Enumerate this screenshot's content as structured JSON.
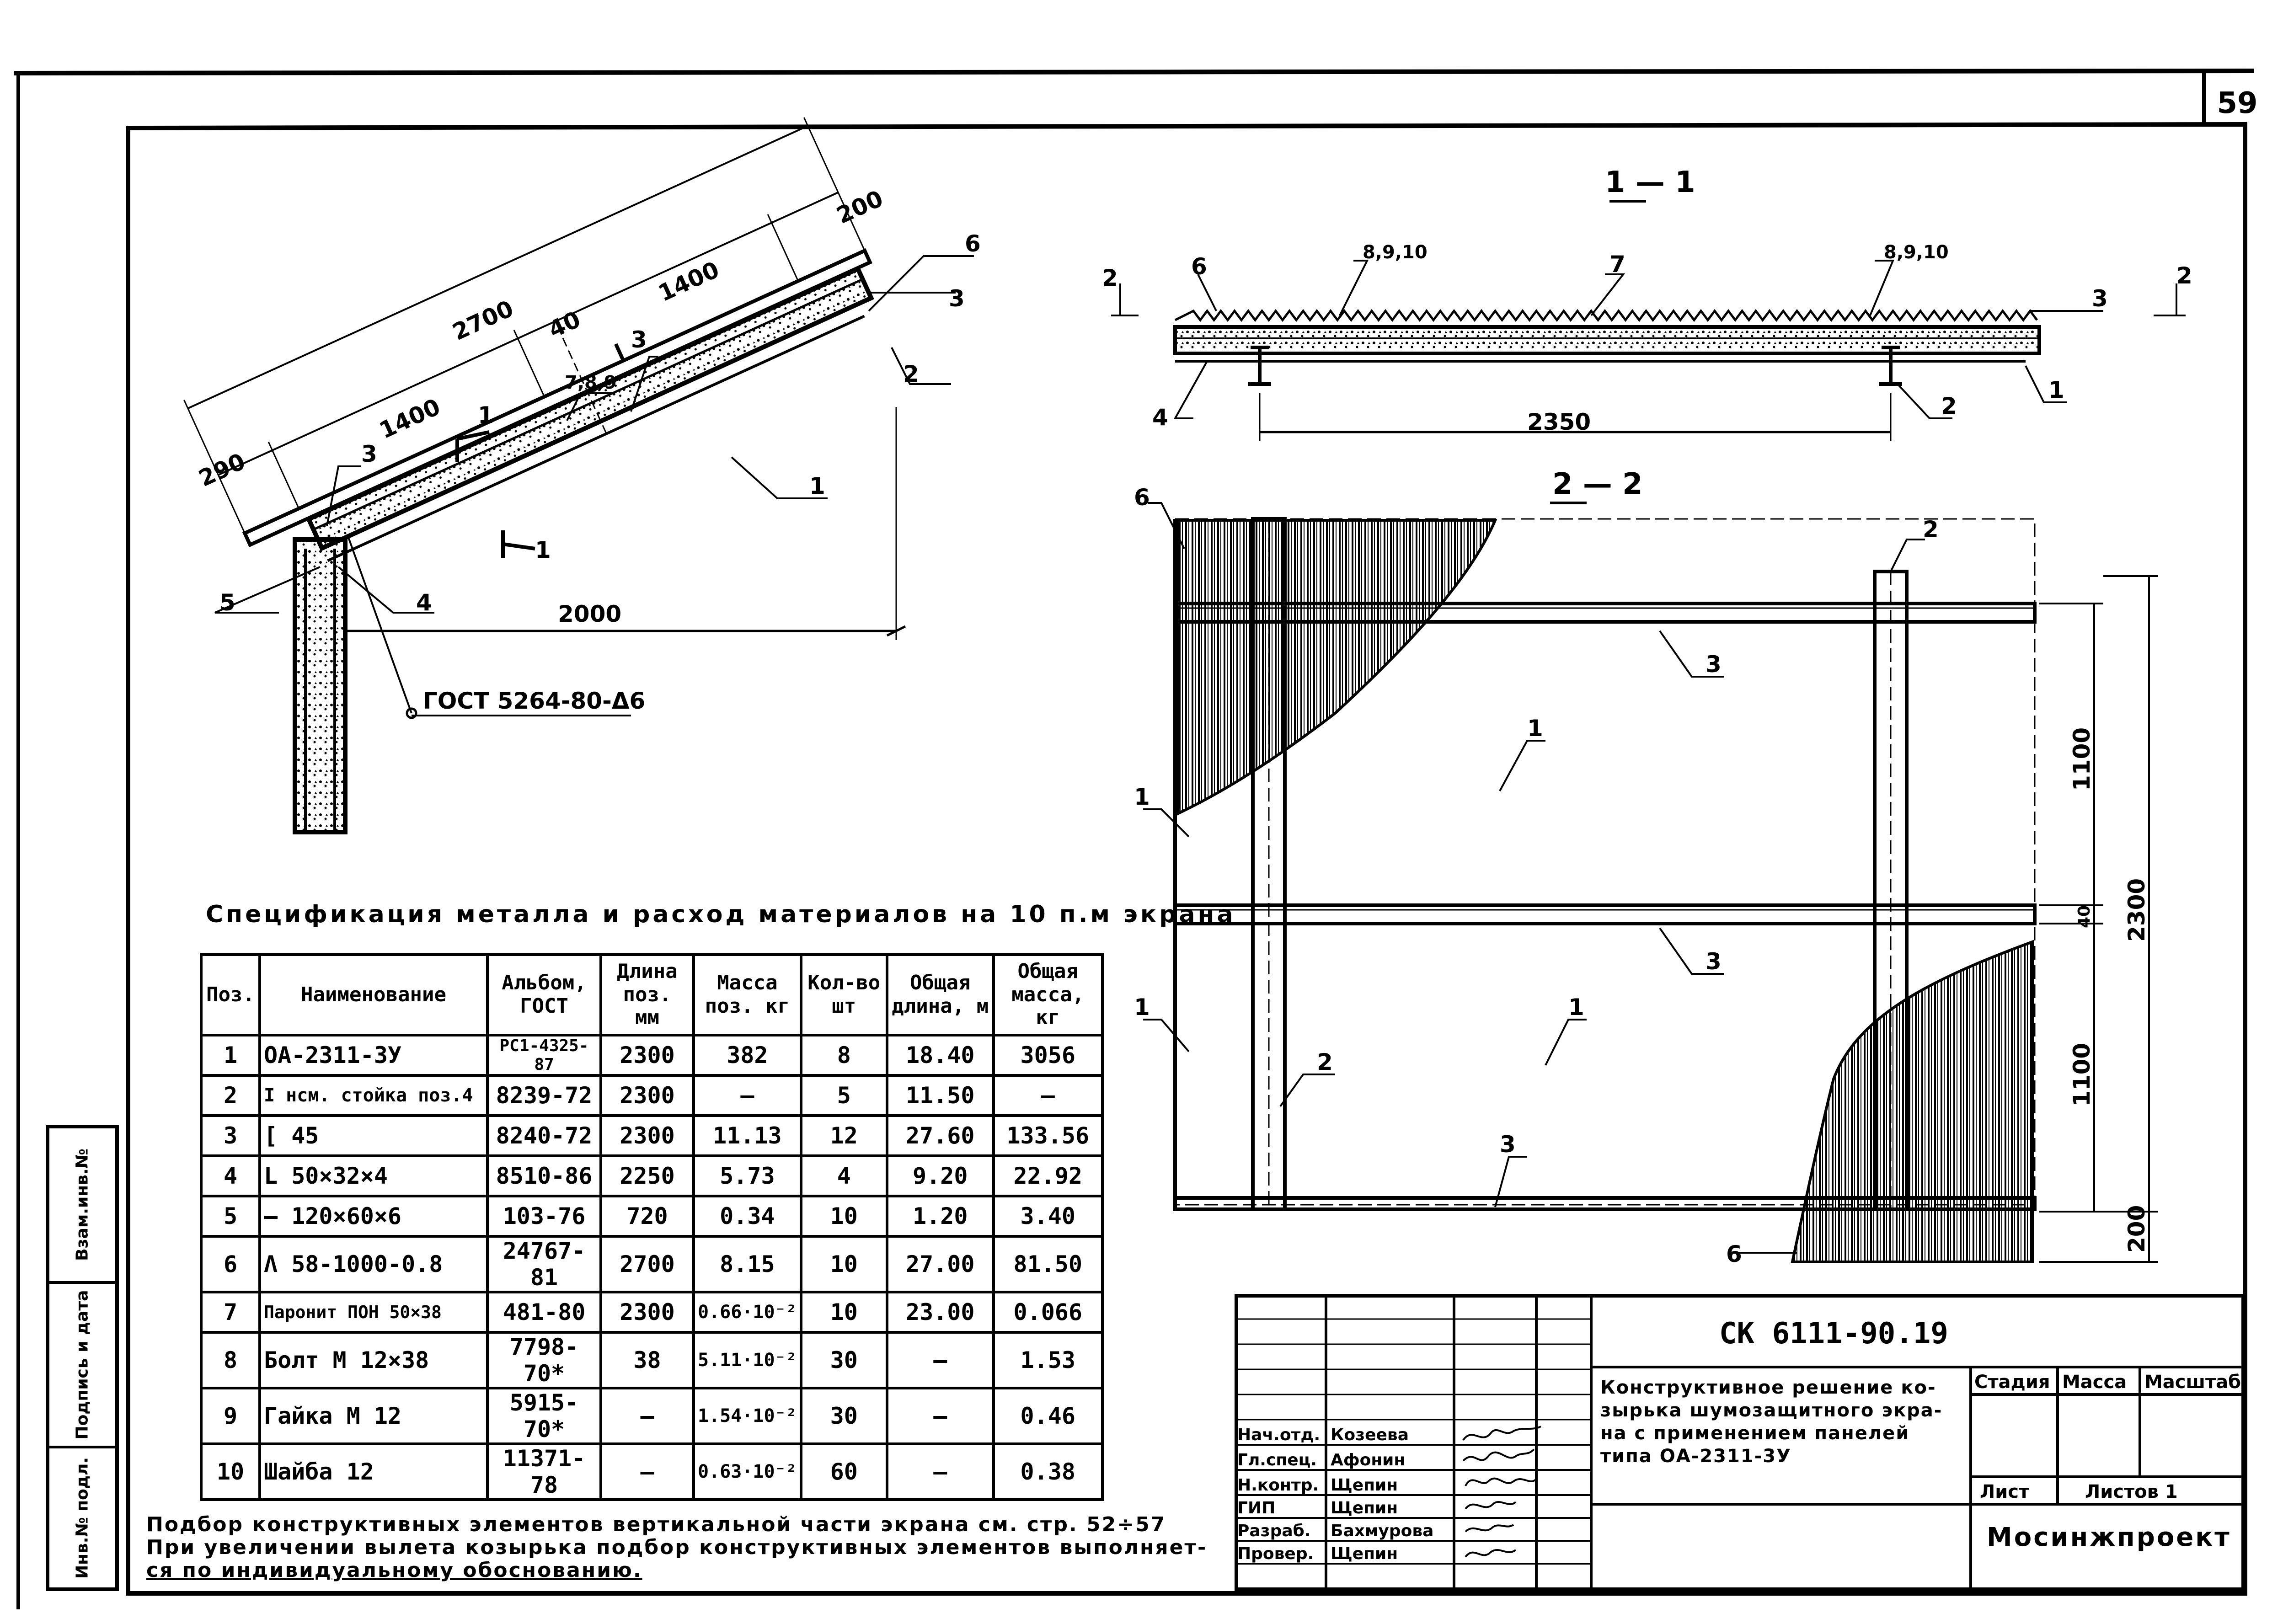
{
  "page_number": "59",
  "side_stamp": {
    "cells": [
      "Инв.№ подл.",
      "Подпись и дата",
      "Взам.инв.№"
    ]
  },
  "drawing_main": {
    "dims": {
      "d2700": "2700",
      "d1400a": "1400",
      "d1400b": "1400",
      "d200": "200",
      "d40": "40",
      "d290": "290",
      "d2000": "2000"
    },
    "callouts": {
      "c1": "1",
      "c2": "2",
      "c3a": "3",
      "c3b": "3",
      "c3c": "3",
      "c4": "4",
      "c5": "5",
      "c6": "6",
      "c789": "7,8,9"
    },
    "section_marks": {
      "s1a": "1",
      "s1b": "1"
    },
    "weld_note": "ГОСТ 5264-80-Δ6"
  },
  "section_1_1": {
    "title": "1 — 1",
    "dims": {
      "d2350": "2350"
    },
    "callouts": {
      "c8910a": "8,9,10",
      "c8910b": "8,9,10",
      "c7": "7",
      "c6": "6",
      "c4": "4",
      "c3": "3",
      "c2": "2",
      "c1": "1"
    },
    "section_marks": {
      "left": "2",
      "right": "2"
    }
  },
  "section_2_2": {
    "title": "2 — 2",
    "dims": {
      "d1100a": "1100",
      "d40": "40",
      "d1100b": "1100",
      "d2300": "2300",
      "d200": "200"
    },
    "callouts": {
      "c6a": "6",
      "c6b": "6",
      "c2a": "2",
      "c2b": "2",
      "c3a": "3",
      "c3b": "3",
      "c3c": "3",
      "c1a": "1",
      "c1b": "1",
      "c1c": "1",
      "c1d": "1"
    }
  },
  "spec": {
    "title": "Спецификация металла и расход материалов на 10 п.м экрана",
    "headers": [
      "Поз.",
      "Наименование",
      "Альбом, ГОСТ",
      "Длина поз. мм",
      "Масса поз. кг",
      "Кол-во шт",
      "Общая длина, м",
      "Общая масса, кг"
    ],
    "rows": [
      [
        "1",
        "ОА-2311-3У",
        "РС1-4325-87",
        "2300",
        "382",
        "8",
        "18.40",
        "3056"
      ],
      [
        "2",
        "I нсм. стойка поз.4",
        "8239-72",
        "2300",
        "—",
        "5",
        "11.50",
        "—"
      ],
      [
        "3",
        "[ 45",
        "8240-72",
        "2300",
        "11.13",
        "12",
        "27.60",
        "133.56"
      ],
      [
        "4",
        "L 50×32×4",
        "8510-86",
        "2250",
        "5.73",
        "4",
        "9.20",
        "22.92"
      ],
      [
        "5",
        "— 120×60×6",
        "103-76",
        "720",
        "0.34",
        "10",
        "1.20",
        "3.40"
      ],
      [
        "6",
        "Λ 58-1000-0.8",
        "24767-81",
        "2700",
        "8.15",
        "10",
        "27.00",
        "81.50"
      ],
      [
        "7",
        "Паронит ПОН 50×38",
        "481-80",
        "2300",
        "0.66·10⁻²",
        "10",
        "23.00",
        "0.066"
      ],
      [
        "8",
        "Болт М 12×38",
        "7798-70*",
        "38",
        "5.11·10⁻²",
        "30",
        "—",
        "1.53"
      ],
      [
        "9",
        "Гайка М 12",
        "5915-70*",
        "—",
        "1.54·10⁻²",
        "30",
        "—",
        "0.46"
      ],
      [
        "10",
        "Шайба 12",
        "11371-78",
        "—",
        "0.63·10⁻²",
        "60",
        "—",
        "0.38"
      ]
    ]
  },
  "note": {
    "line1": "Подбор конструктивных элементов вертикальной части экрана см. стр. 52÷57",
    "line2": "При увеличении вылета козырька подбор конструктивных элементов выполняет-",
    "line3": "ся по индивидуальному обоснованию."
  },
  "title_block": {
    "doc_number": "СК 6111-90.19",
    "description_lines": [
      "Конструктивное решение ко-",
      "зырька шумозащитного экра-",
      "на с применением панелей",
      "типа ОА-2311-3У"
    ],
    "stage_header": "Стадия",
    "mass_header": "Масса",
    "scale_header": "Масштаб",
    "sheet_label": "Лист",
    "sheets_label": "Листов 1",
    "organization": "Мосинжпроект",
    "signatures": [
      {
        "role": "Нач.отд.",
        "name": "Козеева"
      },
      {
        "role": "Гл.спец.",
        "name": "Афонин"
      },
      {
        "role": "Н.контр.",
        "name": "Щепин"
      },
      {
        "role": "ГИП",
        "name": "Щепин"
      },
      {
        "role": "Разраб.",
        "name": "Бахмурова"
      },
      {
        "role": "Провер.",
        "name": "Щепин"
      }
    ]
  }
}
